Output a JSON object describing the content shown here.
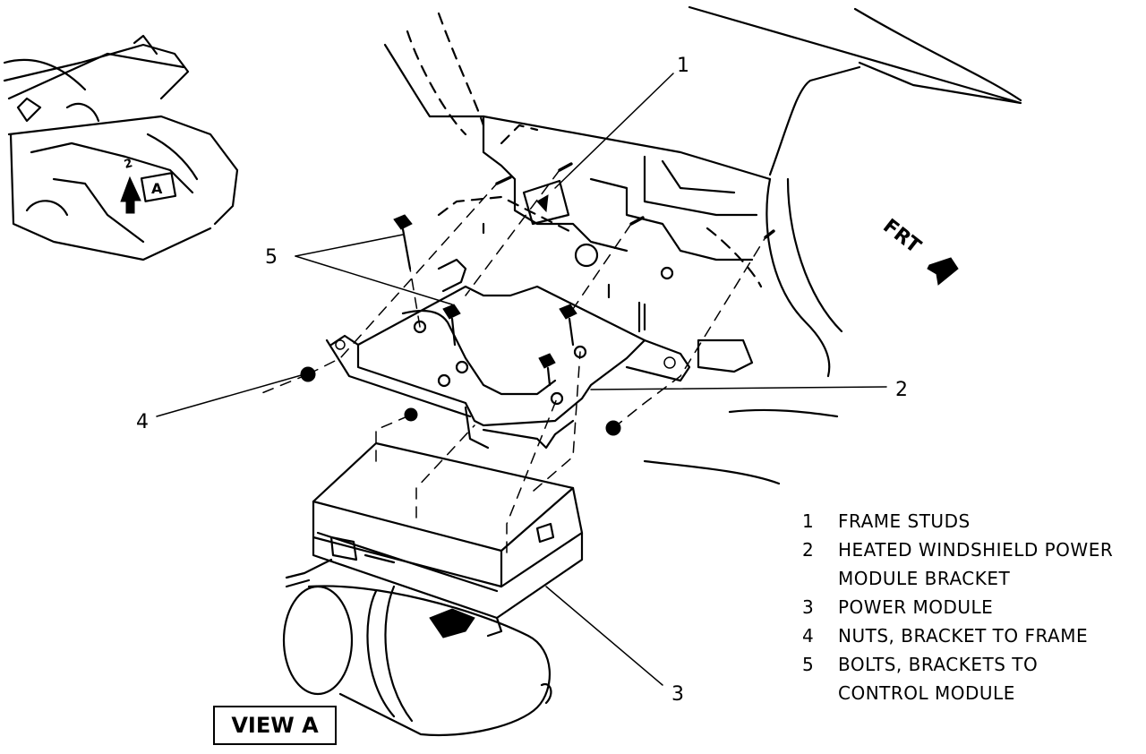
{
  "diagram": {
    "callouts": [
      {
        "id": "callout-1",
        "number": "1"
      },
      {
        "id": "callout-2",
        "number": "2"
      },
      {
        "id": "callout-3",
        "number": "3"
      },
      {
        "id": "callout-4",
        "number": "4"
      },
      {
        "id": "callout-5",
        "number": "5"
      }
    ],
    "direction_label": "FRT",
    "inset_view_letter": "A",
    "inset_arrow_number": "2",
    "view_label": "VIEW A"
  },
  "legend": [
    {
      "number": "1",
      "text": "FRAME STUDS"
    },
    {
      "number": "2",
      "text": "HEATED WINDSHIELD POWER\nMODULE BRACKET"
    },
    {
      "number": "3",
      "text": "POWER MODULE"
    },
    {
      "number": "4",
      "text": "NUTS, BRACKET TO FRAME"
    },
    {
      "number": "5",
      "text": "BOLTS, BRACKETS TO\nCONTROL MODULE"
    }
  ]
}
